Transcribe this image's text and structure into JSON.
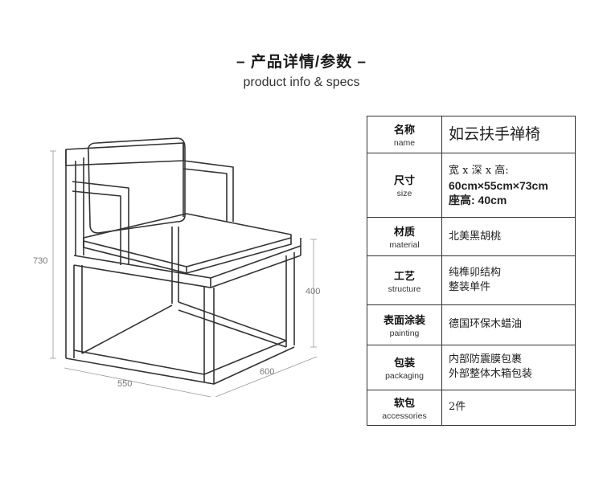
{
  "header": {
    "title": "– 产品详情/参数 –",
    "subtitle": "product info & specs"
  },
  "dimensions": {
    "height": "730",
    "width": "550",
    "depth": "600",
    "seat_height": "400"
  },
  "specs": [
    {
      "zh": "名称",
      "en": "name",
      "value": [
        "如云扶手禅椅"
      ]
    },
    {
      "zh": "尺寸",
      "en": "size",
      "value": [
        "宽 x 深 x 高:",
        "60cm×55cm×73cm",
        "座高: 40cm"
      ]
    },
    {
      "zh": "材质",
      "en": "material",
      "value": [
        "北美黑胡桃"
      ]
    },
    {
      "zh": "工艺",
      "en": "structure",
      "value": [
        "纯榫卯结构",
        "整装单件"
      ]
    },
    {
      "zh": "表面涂装",
      "en": "painting",
      "value": [
        "德国环保木蜡油"
      ]
    },
    {
      "zh": "包装",
      "en": "packaging",
      "value": [
        "内部防震膜包裹",
        "外部整体木箱包装"
      ]
    },
    {
      "zh": "软包",
      "en": "accessories",
      "value": [
        "2件"
      ]
    }
  ]
}
